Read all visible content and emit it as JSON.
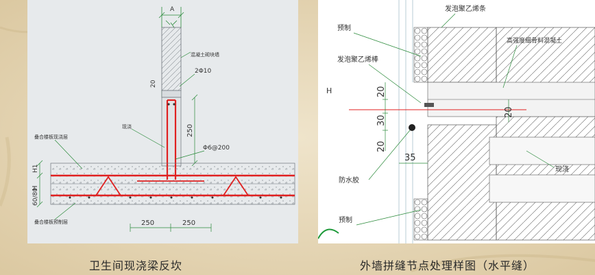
{
  "left": {
    "caption": "卫生间现浇梁反坎",
    "labels": {
      "dim_a": "A",
      "masonry": "混凝土砌块墙",
      "top_bar": "2Φ10",
      "dim_20": "20",
      "curb": "现浇",
      "dim_250_v": "250",
      "stirrup": "Φ6@200",
      "topping": "叠合楼板现浇层",
      "dim_h1": "H1",
      "dim_h": "H",
      "dim_6080": "60/80",
      "precast_slab": "叠合楼板预制层",
      "dim_250_a": "250",
      "dim_250_b": "250"
    }
  },
  "right": {
    "caption": "外墙拼缝节点处理样图（水平缝）",
    "labels": {
      "foam_strip": "发泡聚乙烯条",
      "precast_top": "预制",
      "hp_concrete": "高强度细骨料混凝土",
      "foam_rod": "发泡聚乙烯棒",
      "dim_h": "H",
      "dim_20a": "20",
      "dim_30": "30",
      "dim_20b": "20",
      "dim_20r": "20",
      "dim_35": "35",
      "cast_in_place": "现浇",
      "sealant": "防水胶",
      "precast_bottom": "预制"
    }
  }
}
